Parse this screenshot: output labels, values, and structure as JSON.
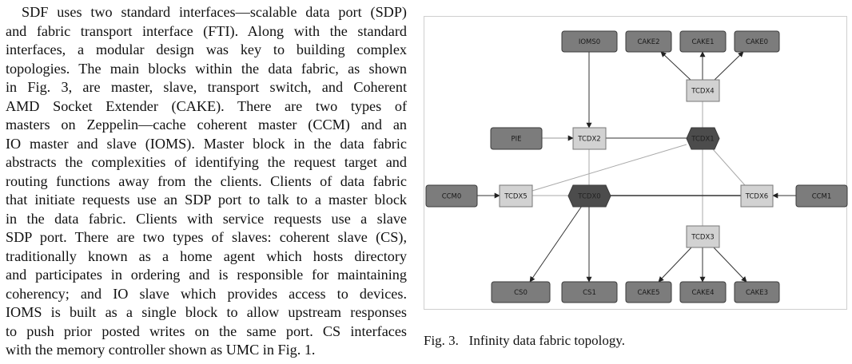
{
  "body_text": {
    "lines": [
      "SDF uses two standard interfaces—scalable data port (SDP)",
      "and fabric transport interface (FTI). Along with the standard",
      "interfaces, a modular design was key to building complex",
      "topologies. The main blocks within the data fabric, as shown",
      "in Fig. 3, are master, slave, transport switch, and Coherent",
      "AMD Socket Extender (CAKE). There are two types of",
      "masters on Zeppelin—cache coherent master (CCM) and an",
      "IO master and slave (IOMS). Master block in the data fabric",
      "abstracts the complexities of identifying the request target and",
      "routing functions away from the clients. Clients of data fabric",
      "that initiate requests use an SDP port to talk to a master block",
      "in the data fabric. Clients with service requests use a slave",
      "SDP port. There are two types of slaves: coherent slave (CS),",
      "traditionally known as a home agent which hosts directory",
      "and participates in ordering and is responsible for maintaining",
      "coherency; and IO slave which provides access to devices.",
      "IOMS is built as a single block to allow upstream responses",
      "to push prior posted writes on the same port. CS interfaces",
      "with the memory controller shown as UMC in Fig. 1."
    ]
  },
  "figure": {
    "caption": "Fig. 3.   Infinity data fabric topology.",
    "colors": {
      "endpoint": "#7c7c7c",
      "switch": "#d2d2d2",
      "hub": "#4c4c4c"
    },
    "nodes": {
      "IOMS0": {
        "label": "IOMS0",
        "kind": "endpoint"
      },
      "CAKE2": {
        "label": "CAKE2",
        "kind": "endpoint"
      },
      "CAKE1": {
        "label": "CAKE1",
        "kind": "endpoint"
      },
      "CAKE0": {
        "label": "CAKE0",
        "kind": "endpoint"
      },
      "TCDX4": {
        "label": "TCDX4",
        "kind": "switch"
      },
      "PIE": {
        "label": "PIE",
        "kind": "endpoint"
      },
      "TCDX2": {
        "label": "TCDX2",
        "kind": "switch"
      },
      "TCDX1": {
        "label": "TCDX1",
        "kind": "hub"
      },
      "CCM0": {
        "label": "CCM0",
        "kind": "endpoint"
      },
      "TCDX5": {
        "label": "TCDX5",
        "kind": "switch"
      },
      "TCDX0": {
        "label": "TCDX0",
        "kind": "hub"
      },
      "TCDX6": {
        "label": "TCDX6",
        "kind": "switch"
      },
      "CCM1": {
        "label": "CCM1",
        "kind": "endpoint"
      },
      "TCDX3": {
        "label": "TCDX3",
        "kind": "switch"
      },
      "CS0": {
        "label": "CS0",
        "kind": "endpoint"
      },
      "CS1": {
        "label": "CS1",
        "kind": "endpoint"
      },
      "CAKE5": {
        "label": "CAKE5",
        "kind": "endpoint"
      },
      "CAKE4": {
        "label": "CAKE4",
        "kind": "endpoint"
      },
      "CAKE3": {
        "label": "CAKE3",
        "kind": "endpoint"
      }
    },
    "edges": [
      {
        "from": "IOMS0",
        "to": "TCDX2",
        "arrow": true
      },
      {
        "from": "PIE",
        "to": "TCDX2",
        "arrow": true
      },
      {
        "from": "TCDX2",
        "to": "TCDX1",
        "arrow": false
      },
      {
        "from": "TCDX4",
        "to": "CAKE2",
        "arrow": true
      },
      {
        "from": "TCDX4",
        "to": "CAKE1",
        "arrow": true
      },
      {
        "from": "TCDX4",
        "to": "CAKE0",
        "arrow": true
      },
      {
        "from": "TCDX4",
        "to": "TCDX1",
        "arrow": false
      },
      {
        "from": "TCDX1",
        "to": "TCDX5",
        "arrow": false
      },
      {
        "from": "TCDX1",
        "to": "TCDX3",
        "arrow": false
      },
      {
        "from": "TCDX1",
        "to": "TCDX6",
        "arrow": false
      },
      {
        "from": "TCDX2",
        "to": "TCDX0",
        "arrow": false
      },
      {
        "from": "CCM0",
        "to": "TCDX5",
        "arrow": true
      },
      {
        "from": "TCDX5",
        "to": "TCDX0",
        "arrow": false
      },
      {
        "from": "TCDX0",
        "to": "TCDX6",
        "arrow": false
      },
      {
        "from": "CCM1",
        "to": "TCDX6",
        "arrow": true
      },
      {
        "from": "TCDX0",
        "to": "CS0",
        "arrow": true
      },
      {
        "from": "TCDX0",
        "to": "CS1",
        "arrow": true
      },
      {
        "from": "TCDX3",
        "to": "CAKE5",
        "arrow": true
      },
      {
        "from": "TCDX3",
        "to": "CAKE4",
        "arrow": true
      },
      {
        "from": "TCDX3",
        "to": "CAKE3",
        "arrow": true
      }
    ]
  }
}
